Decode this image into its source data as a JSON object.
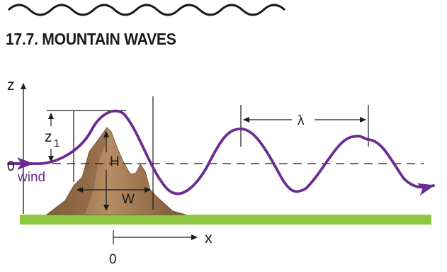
{
  "section": {
    "title": "17.7. MOUNTAIN WAVES"
  },
  "diagram": {
    "labels": {
      "z_axis": "z",
      "x_axis": "x",
      "origin_x": "0",
      "origin_z": "0",
      "z1": "z",
      "z1_sub": "1",
      "height": "H",
      "width": "W",
      "wavelength": "λ",
      "wind": "wind"
    },
    "colors": {
      "wave": "#6a2c91",
      "wind_label": "#6a2c91",
      "mountain": "#a57d56",
      "mountain_dark": "#6e4a2c",
      "ground": "#8dc63f",
      "ink": "#1a1a1a",
      "banner_wave": "#1a1a1a"
    }
  }
}
